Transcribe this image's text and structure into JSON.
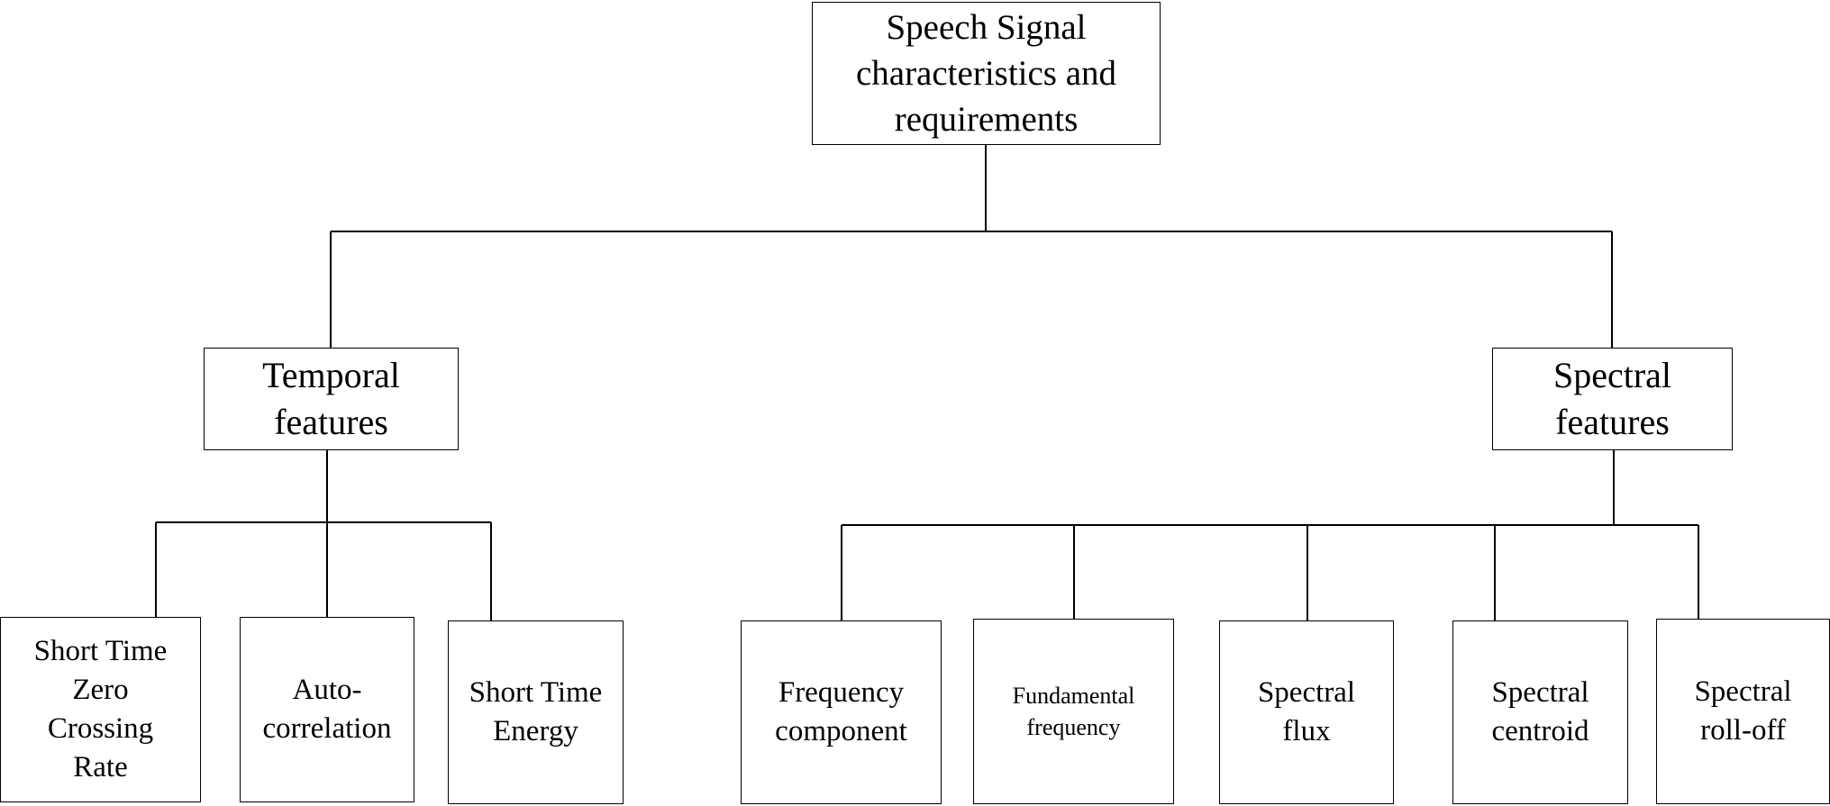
{
  "diagram": {
    "root": {
      "label": "Speech Signal\ncharacteristics and\nrequirements"
    },
    "temporal": {
      "label": "Temporal\nfeatures",
      "children": [
        {
          "label": "Short Time\nZero\nCrossing\nRate"
        },
        {
          "label": "Auto-\ncorrelation"
        },
        {
          "label": "Short Time\nEnergy"
        }
      ]
    },
    "spectral": {
      "label": "Spectral\nfeatures",
      "children": [
        {
          "label": "Frequency\ncomponent"
        },
        {
          "label": "Fundamental\nfrequency"
        },
        {
          "label": "Spectral\nflux"
        },
        {
          "label": "Spectral\ncentroid"
        },
        {
          "label": "Spectral\nroll-off"
        }
      ]
    },
    "colors": {
      "line": "#000000",
      "box_border": "#000000",
      "background": "#ffffff",
      "text": "#000000"
    }
  }
}
